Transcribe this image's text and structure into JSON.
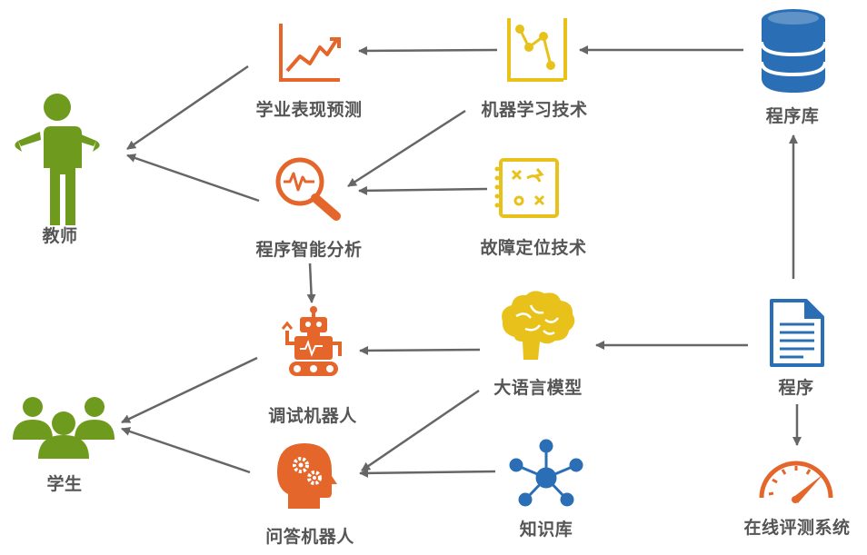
{
  "colors": {
    "green": "#6e9a1e",
    "orange": "#e4662b",
    "yellow": "#e8c21a",
    "blue": "#2a6fb6",
    "arrow": "#666666",
    "label": "#555555"
  },
  "nodes": {
    "teacher": {
      "label": "教师",
      "icon": "person-icon",
      "color": "green"
    },
    "student": {
      "label": "学生",
      "icon": "people-group-icon",
      "color": "green"
    },
    "performance": {
      "label": "学业表现预测",
      "icon": "line-chart-icon",
      "color": "orange"
    },
    "analysis": {
      "label": "程序智能分析",
      "icon": "magnifier-wave-icon",
      "color": "orange"
    },
    "debug_robot": {
      "label": "调试机器人",
      "icon": "robot-icon",
      "color": "orange"
    },
    "qa_robot": {
      "label": "问答机器人",
      "icon": "gear-head-icon",
      "color": "orange"
    },
    "ml": {
      "label": "机器学习技术",
      "icon": "scatter-chart-icon",
      "color": "yellow"
    },
    "fault": {
      "label": "故障定位技术",
      "icon": "strategy-board-icon",
      "color": "yellow"
    },
    "llm": {
      "label": "大语言模型",
      "icon": "brain-icon",
      "color": "yellow"
    },
    "knowledge": {
      "label": "知识库",
      "icon": "network-hub-icon",
      "color": "blue"
    },
    "program_db": {
      "label": "程序库",
      "icon": "database-icon",
      "color": "blue"
    },
    "program": {
      "label": "程序",
      "icon": "document-icon",
      "color": "blue"
    },
    "judge": {
      "label": "在线评测系统",
      "icon": "speedometer-icon",
      "color": "orange"
    }
  },
  "edges": [
    {
      "from": "program_db",
      "to": "ml"
    },
    {
      "from": "ml",
      "to": "performance"
    },
    {
      "from": "ml",
      "to": "analysis"
    },
    {
      "from": "fault",
      "to": "analysis"
    },
    {
      "from": "performance",
      "to": "teacher"
    },
    {
      "from": "analysis",
      "to": "teacher"
    },
    {
      "from": "analysis",
      "to": "debug_robot"
    },
    {
      "from": "program",
      "to": "program_db"
    },
    {
      "from": "program",
      "to": "llm"
    },
    {
      "from": "program",
      "to": "judge"
    },
    {
      "from": "llm",
      "to": "debug_robot"
    },
    {
      "from": "llm",
      "to": "qa_robot"
    },
    {
      "from": "knowledge",
      "to": "qa_robot"
    },
    {
      "from": "debug_robot",
      "to": "student"
    },
    {
      "from": "qa_robot",
      "to": "student"
    }
  ]
}
